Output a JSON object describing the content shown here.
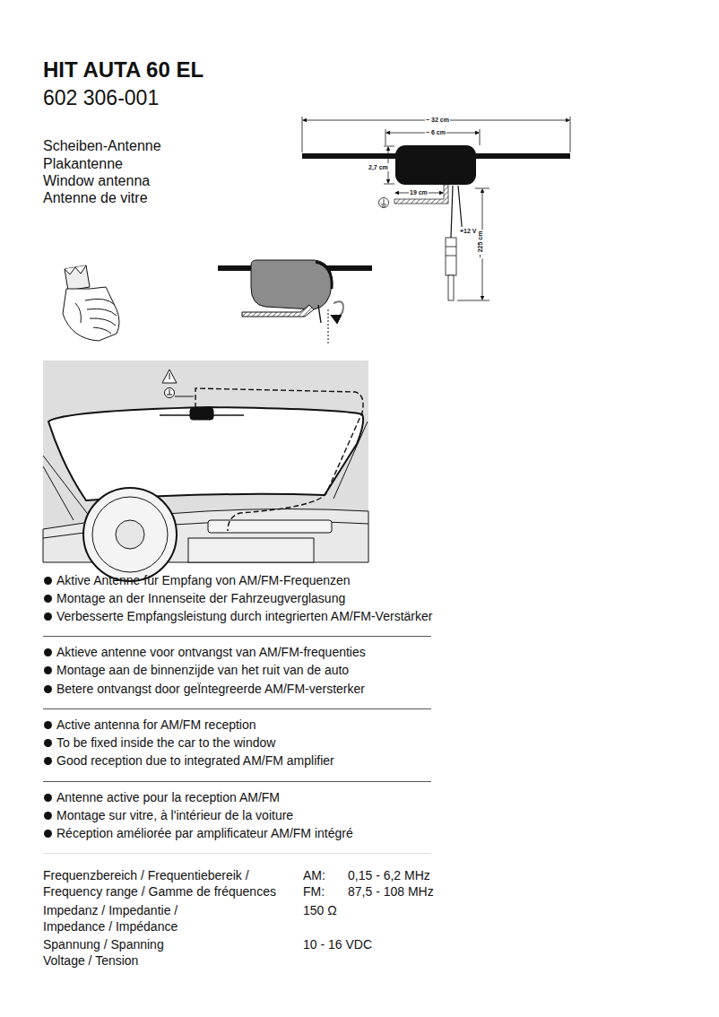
{
  "diagram": {
    "title": "HIT AUTA 60 EL",
    "labels": [
      "602 306-001",
      "Scheiben-Antenne",
      "Plakantenne",
      "Window antenna",
      "Antenne de vitre",
      "~ 32 cm",
      "~ 6 cm",
      "2,7 cm",
      "19 cm",
      "+12 V",
      "~ 225 cm",
      "Aktive Antenne für Empfang von AM/FM-Frequenzen",
      "Montage an der Innenseite der Fahrzeugverglasung",
      "Verbesserte Empfangsleistung durch integrierten AM/FM-Verstärker",
      "Aktieve antenne voor ontvangst van AM/FM-frequenties",
      "Montage aan de binnenzijde van het ruit van de auto",
      "Betere ontvangst door geÏntegreerde AM/FM-versterker",
      "Active antenna for AM/FM reception",
      "To be fixed inside the car to the window",
      "Good reception due to integrated AM/FM amplifier",
      "Antenne active pour la reception AM/FM",
      "Montage sur vitre, à l'intérieur de la voiture",
      "Réception améliorée par amplificateur AM/FM intégré",
      "Frequenzbereich / Frequentiebereik / Frequency range / Gamme de fréquences",
      "AM:",
      "0,15 - 6,2 MHz",
      "FM:",
      "87,5 - 108 MHz",
      "Impedanz / Impedantie / Impedance / Impédance",
      "150 Ω",
      "Spannung / Spanning Voltage / Tension",
      "10 - 16 VDC"
    ]
  }
}
